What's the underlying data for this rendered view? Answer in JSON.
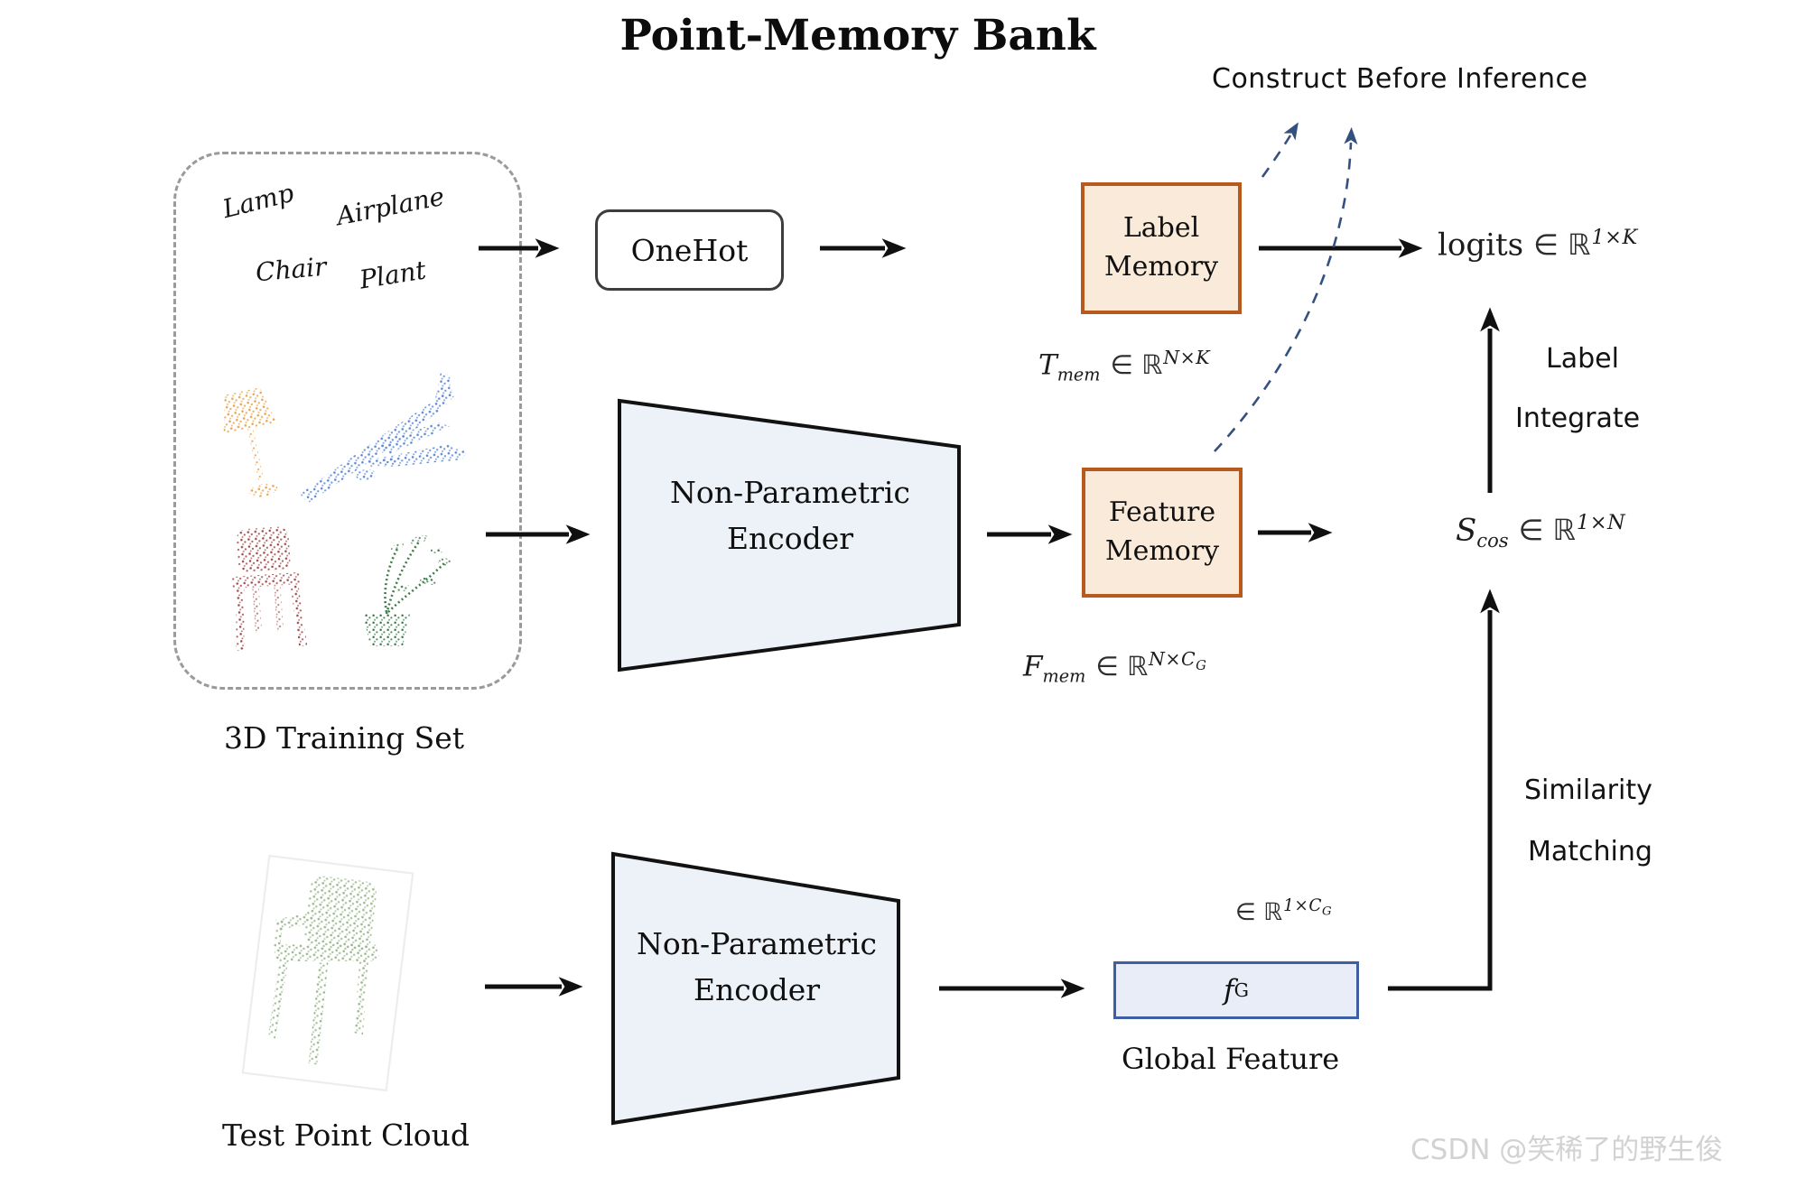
{
  "title": "Point-Memory Bank",
  "construct_label": "Construct Before Inference",
  "training": {
    "classes": [
      "Lamp",
      "Airplane",
      "Chair",
      "Plant"
    ],
    "caption": "3D Training Set"
  },
  "test": {
    "caption": "Test Point Cloud"
  },
  "onehot": {
    "label": "OneHot"
  },
  "label_memory": {
    "line1": "Label",
    "line2": "Memory"
  },
  "feature_memory": {
    "line1": "Feature",
    "line2": "Memory"
  },
  "encoder_top": {
    "line1": "Non-Parametric",
    "line2": "Encoder"
  },
  "encoder_bottom": {
    "line1": "Non-Parametric",
    "line2": "Encoder"
  },
  "formulas": {
    "t_mem": {
      "base": "T",
      "sub": "mem",
      "rel": "∈ ℝ",
      "sup": "N×K"
    },
    "f_mem": {
      "base": "F",
      "sub": "mem",
      "rel": "∈ ℝ",
      "sup": "N×C",
      "sup_sub": "G"
    },
    "logits": {
      "base": "logits",
      "rel": "∈ ℝ",
      "sup": "1×K"
    },
    "s_cos": {
      "base": "S",
      "sub": "cos",
      "rel": "∈ ℝ",
      "sup": "1×N"
    },
    "f_g": {
      "base": "f",
      "sub": "G"
    },
    "global_in": {
      "rel": "∈ ℝ",
      "sup": "1×C",
      "sup_sub": "G"
    },
    "global_caption": "Global Feature"
  },
  "annotations": {
    "label_integrate": [
      "Label",
      "Integrate"
    ],
    "similarity_matching": [
      "Similarity",
      "Matching"
    ]
  },
  "point_clouds": [
    "lamp",
    "airplane",
    "chair",
    "plant",
    "test-chair"
  ],
  "watermark": "CSDN @笑稀了的野生俊",
  "colors": {
    "memory_box_border": "#b85a1e",
    "memory_box_fill": "#faead9",
    "encoder_fill": "#edf2f8",
    "fg_box_border": "#3f5fa5",
    "fg_box_fill": "#e9edf8",
    "dashed_arrow": "#34507e",
    "lamp_points": "#e8a44f",
    "airplane_points": "#5b87d7",
    "chair_points": "#a04646",
    "plant_points": "#3e7d4a",
    "test_chair_points": "#9cb98d",
    "watermark_gray": "#d2d2d2"
  }
}
